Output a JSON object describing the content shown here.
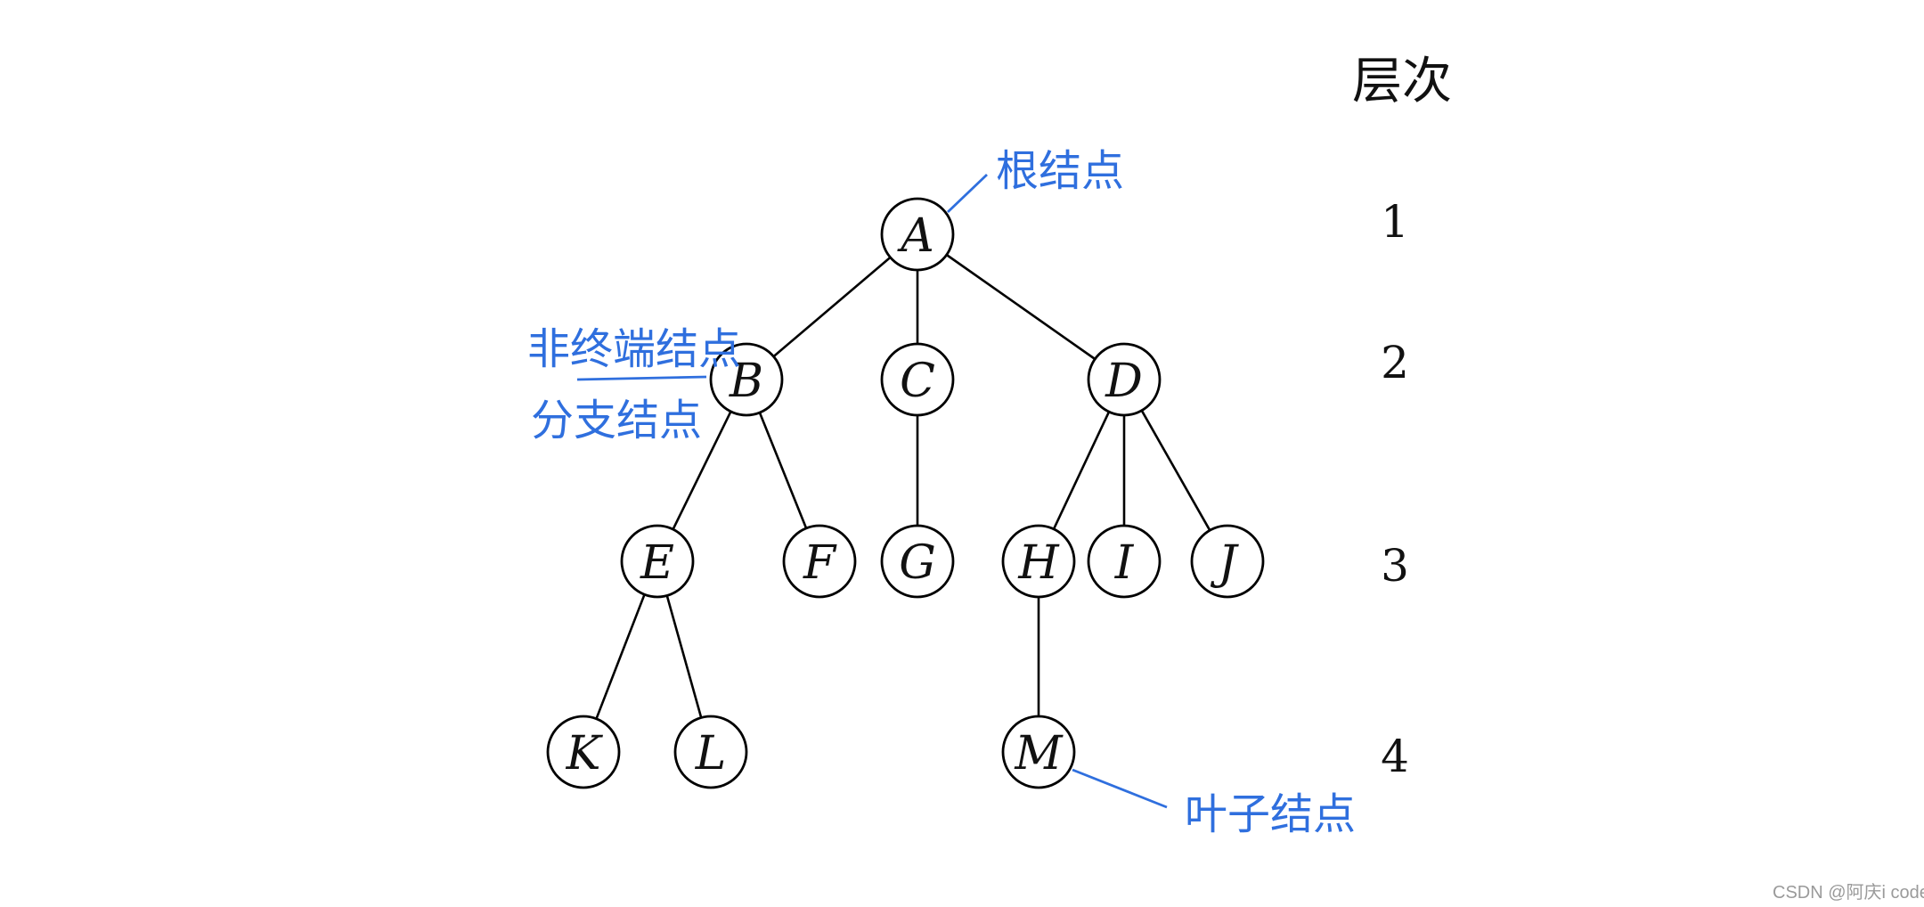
{
  "tree": {
    "nodes": [
      {
        "id": "A",
        "label": "A"
      },
      {
        "id": "B",
        "label": "B"
      },
      {
        "id": "C",
        "label": "C"
      },
      {
        "id": "D",
        "label": "D"
      },
      {
        "id": "E",
        "label": "E"
      },
      {
        "id": "F",
        "label": "F"
      },
      {
        "id": "G",
        "label": "G"
      },
      {
        "id": "H",
        "label": "H"
      },
      {
        "id": "I",
        "label": "I"
      },
      {
        "id": "J",
        "label": "J"
      },
      {
        "id": "K",
        "label": "K"
      },
      {
        "id": "L",
        "label": "L"
      },
      {
        "id": "M",
        "label": "M"
      }
    ],
    "edges": [
      [
        "A",
        "B"
      ],
      [
        "A",
        "C"
      ],
      [
        "A",
        "D"
      ],
      [
        "B",
        "E"
      ],
      [
        "B",
        "F"
      ],
      [
        "C",
        "G"
      ],
      [
        "D",
        "H"
      ],
      [
        "D",
        "I"
      ],
      [
        "D",
        "J"
      ],
      [
        "E",
        "K"
      ],
      [
        "E",
        "L"
      ],
      [
        "H",
        "M"
      ]
    ]
  },
  "levels": {
    "header": "层次",
    "values": [
      "1",
      "2",
      "3",
      "4"
    ]
  },
  "annotations": {
    "root": "根结点",
    "nonterminal": "非终端结点",
    "branch": "分支结点",
    "leaf": "叶子结点"
  },
  "colors": {
    "annotation": "#2f6fde",
    "line": "#000000"
  },
  "watermark": "CSDN @阿庆i code"
}
